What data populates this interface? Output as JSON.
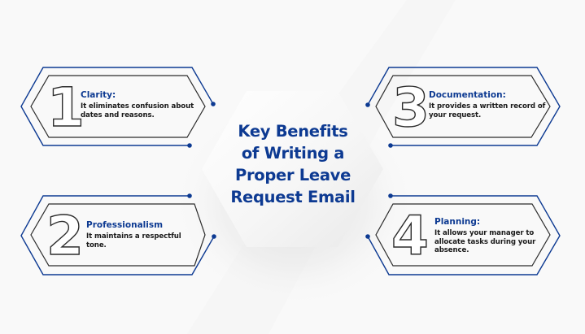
{
  "title": {
    "lines": [
      "Key Benefits",
      "of Writing a",
      "Proper Leave",
      "Request Email"
    ]
  },
  "colors": {
    "background": "#f9f9f9",
    "accent_blue": "#0d3a92",
    "outline_dark": "#2c2c2c",
    "hexagon_fill": "#ffffff"
  },
  "cards": [
    {
      "number": "1",
      "heading": "Clarity:",
      "body_lines": [
        "It eliminates confusion about",
        "dates and reasons."
      ]
    },
    {
      "number": "2",
      "heading": "Professionalism",
      "body_lines": [
        "It maintains a respectful",
        "tone."
      ]
    },
    {
      "number": "3",
      "heading": "Documentation:",
      "body_lines": [
        "It provides a written record of",
        "your request."
      ]
    },
    {
      "number": "4",
      "heading": "Planning:",
      "body_lines": [
        "It allows your manager to",
        "allocate tasks during your",
        "absence."
      ]
    }
  ]
}
